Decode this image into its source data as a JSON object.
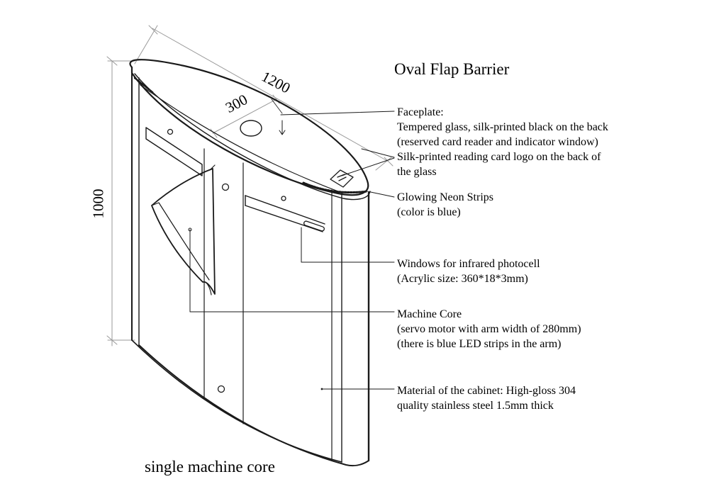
{
  "title": "Oval Flap Barrier",
  "footer": "single machine core",
  "dimensions": {
    "length": "1200",
    "width": "300",
    "height": "1000"
  },
  "callouts": {
    "faceplate": {
      "line1": "Faceplate:",
      "line2": "Tempered glass, silk-printed black on the back",
      "line3": "(reserved card reader and indicator window)"
    },
    "logo": {
      "line1": "Silk-printed reading card logo on the back of",
      "line2": "the glass"
    },
    "neon": {
      "line1": "Glowing Neon Strips",
      "line2": "(color is blue)"
    },
    "windows": {
      "line1": "Windows for infrared photocell",
      "line2": "(Acrylic size: 360*18*3mm)"
    },
    "core": {
      "line1": "Machine Core",
      "line2": "(servo motor with arm width of 280mm)",
      "line3": "(there is blue LED strips in the arm)"
    },
    "material": {
      "line1": "Material of the cabinet: High-gloss 304",
      "line2": "quality stainless steel 1.5mm thick"
    }
  }
}
